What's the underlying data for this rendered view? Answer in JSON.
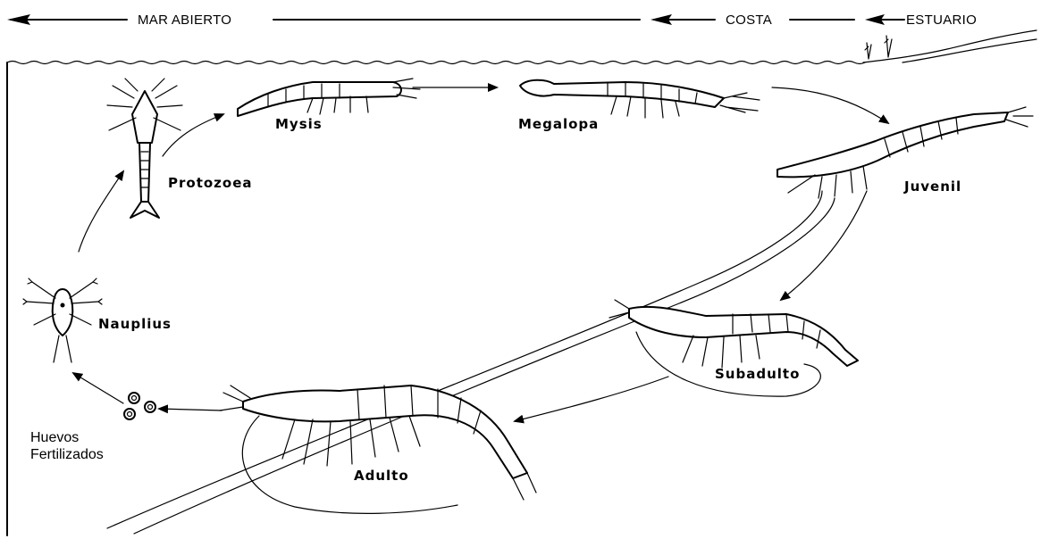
{
  "zones": {
    "open_sea": "MAR ABIERTO",
    "coast": "COSTA",
    "estuary": "ESTUARIO"
  },
  "stages": {
    "nauplius": "Nauplius",
    "protozoea": "Protozoea",
    "mysis": "Mysis",
    "megalopa": "Megalopa",
    "juvenile": "Juvenil",
    "subadult": "Subadulto",
    "adult": "Adulto"
  },
  "eggs": {
    "line1": "Huevos",
    "line2": "Fertilizados"
  }
}
